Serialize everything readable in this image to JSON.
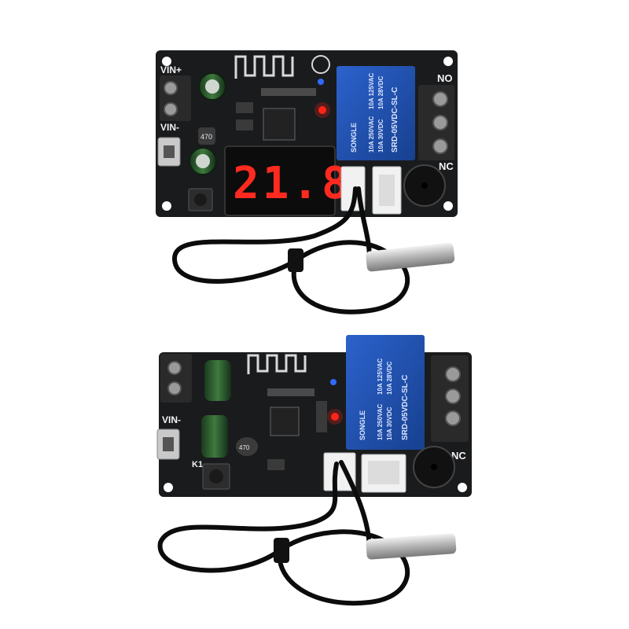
{
  "image": {
    "description_free": true
  },
  "board_top": {
    "labels": {
      "vin_plus": "VIN+",
      "vin_minus": "VIN-",
      "no": "NO",
      "nc": "NC",
      "inductor": "470"
    },
    "display": {
      "reading": "21.8"
    },
    "relay": {
      "brand": "SONGLE",
      "model": "SRD-05VDC-SL-C",
      "rating_1": "10A 250VAC",
      "rating_2": "10A 125VAC",
      "rating_3": "10A 30VDC",
      "rating_4": "10A 28VDC"
    }
  },
  "board_bottom": {
    "labels": {
      "vin_minus": "VIN-",
      "nc": "NC",
      "button": "K1",
      "inductor": "470"
    },
    "relay": {
      "brand": "SONGLE",
      "model": "SRD-05VDC-SL-C",
      "rating_1": "10A 250VAC",
      "rating_2": "10A 125VAC",
      "rating_3": "10A 30VDC",
      "rating_4": "10A 28VDC"
    }
  },
  "colors": {
    "pcb": "#1a1b1d",
    "relay": "#1f4fb0",
    "terminal": "#2a2a2a",
    "led_red": "#ff2418",
    "led_blue": "#2f6bff",
    "probe": "#b9b9b9",
    "cable": "#0c0c0c"
  }
}
